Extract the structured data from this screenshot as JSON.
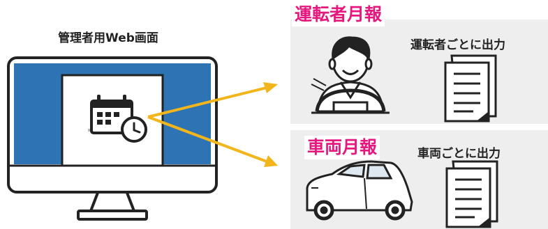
{
  "monitor": {
    "title": "管理者用Web画面"
  },
  "driver_report": {
    "title": "運転者月報",
    "description": "運転者ごとに出力"
  },
  "vehicle_report": {
    "title": "車両月報",
    "description": "車両ごとに出力"
  },
  "colors": {
    "accent_magenta": "#e5187f",
    "arrow_yellow": "#f2b51b",
    "screen_blue": "#2e74b5",
    "panel_gray": "#eeeeee",
    "outline": "#222222"
  },
  "icons": [
    "calendar-clock-icon",
    "driver-icon",
    "car-icon",
    "document-icon"
  ]
}
